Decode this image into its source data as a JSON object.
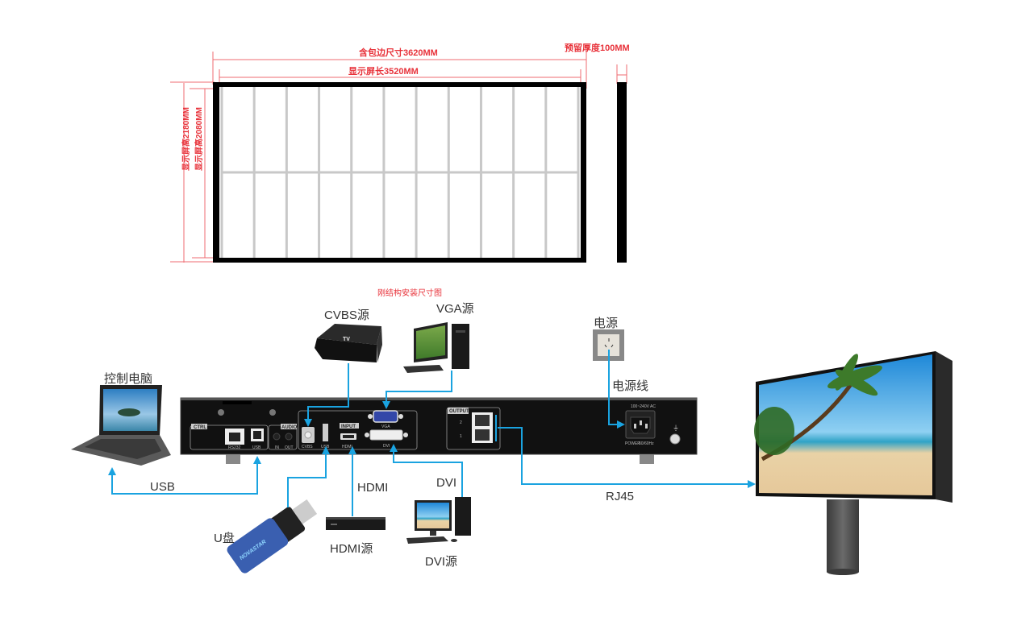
{
  "drawing": {
    "caption": "刚结构安装尺寸图",
    "dimensions": {
      "total_width": "含包边尺寸3620MM",
      "display_width": "显示屏长3520MM",
      "reserved_depth": "预留厚度100MM",
      "total_height": "显示屏高2180MM",
      "display_height": "显示屏高2080MM"
    },
    "grid": {
      "columns": 11,
      "rows": 2
    }
  },
  "wiring": {
    "devices": {
      "control_pc": "控制电脑",
      "cvbs_source": "CVBS源",
      "vga_source": "VGA源",
      "power": "电源",
      "power_cable": "电源线",
      "usb_drive": "U盘",
      "hdmi_source": "HDMI源",
      "dvi_source": "DVI源",
      "tv_box_label": "TV",
      "usb_drive_brand": "NOVASTAR"
    },
    "cables": {
      "usb": "USB",
      "hdmi": "HDMI",
      "dvi": "DVI",
      "rj45": "RJ45"
    },
    "controller_panel": {
      "ctrl": "CTRL",
      "rs232": "RS232",
      "usb": "USB",
      "audio": "AUDIO",
      "audio_in": "IN",
      "audio_out": "OUT",
      "input": "INPUT",
      "cvbs": "CVBS",
      "usb_in": "USB",
      "hdmi": "HDMI",
      "vga": "VGA",
      "dvi": "DVI",
      "output": "OUTPUT",
      "out_port_2": "2",
      "out_port_1": "1",
      "voltage": "100~240V AC",
      "power": "POWER",
      "freq": "50/60Hz"
    },
    "cable_color": "#1aa3e0"
  }
}
